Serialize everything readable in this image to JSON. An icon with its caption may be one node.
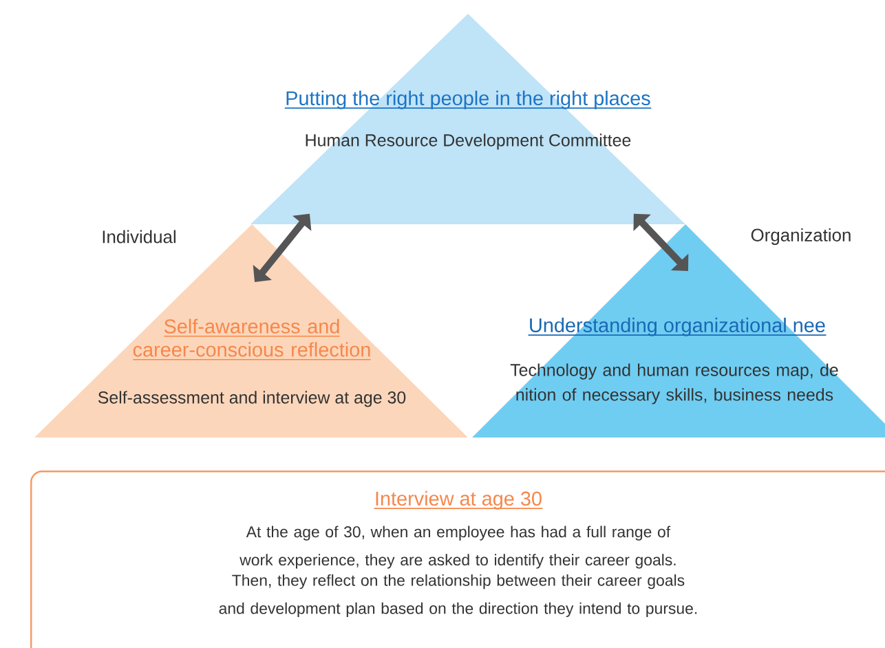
{
  "diagram": {
    "nodes": [
      {
        "text": [
          "Putting the right people in the right places",
          "Human Resource Development Committee"
        ]
      },
      {
        "text": [
          "Self-awareness and career-conscious reflection",
          "Self-assessment and interview at age 30"
        ]
      },
      {
        "text": [
          "Understanding organizational nee",
          "Technology and human resources map, de nition of necessary skills, business needs"
        ]
      },
      {
        "text": [
          "Interview at age 30",
          "At the age of 30, when an employee has had a full range of work experience, they are asked to identify their career goals.",
          "Then, they reflect on the relationship between their career goals and development plan based on the direction they intend to pursue."
        ]
      }
    ],
    "edges": [
      {
        "from": 0,
        "to": 1,
        "arrow": "both"
      },
      {
        "from": 0,
        "to": 2,
        "arrow": "both"
      }
    ],
    "labels": [
      "Individual",
      "Organization"
    ]
  }
}
